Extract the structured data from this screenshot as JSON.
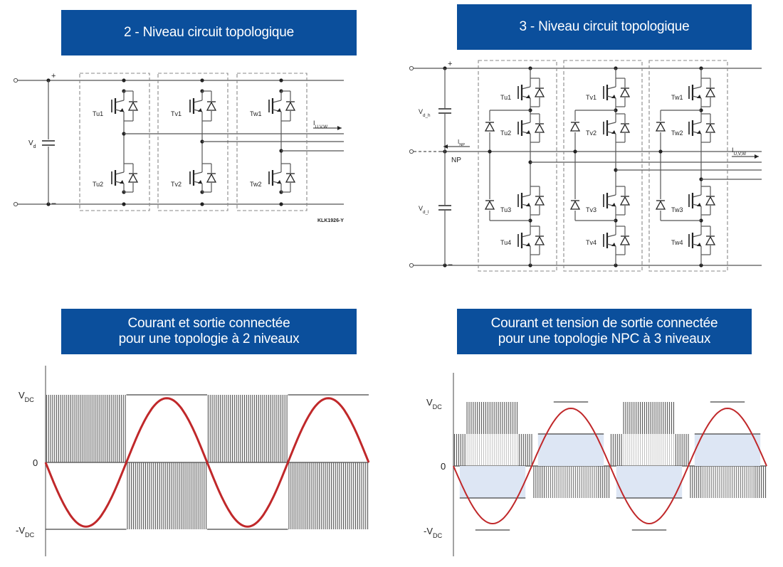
{
  "titles": {
    "two_level_circuit": "2 - Niveau circuit topologique",
    "three_level_circuit": "3 - Niveau circuit topologique",
    "two_level_waveform_line1": "Courant et sortie connectée",
    "two_level_waveform_line2": "pour une topologie à 2 niveaux",
    "three_level_waveform_line1": "Courant et tension de sortie connectée",
    "three_level_waveform_line2": "pour une topologie NPC à 3 niveaux"
  },
  "two_level": {
    "dc_voltage": "V",
    "dc_voltage_sub": "d",
    "plus": "+",
    "minus": "−",
    "output_current": "I",
    "output_current_sub": "U,V,W",
    "figure_code": "KLK1926-Y",
    "phases": [
      {
        "top": "Tu1",
        "bottom": "Tu2"
      },
      {
        "top": "Tv1",
        "bottom": "Tv2"
      },
      {
        "top": "Tw1",
        "bottom": "Tw2"
      }
    ]
  },
  "three_level": {
    "upper_voltage": "V",
    "upper_voltage_sub": "d_h",
    "lower_voltage": "V",
    "lower_voltage_sub": "d_l",
    "neutral_current": "I",
    "neutral_current_sub": "NP",
    "neutral_point": "NP",
    "plus": "+",
    "minus": "−",
    "output_current": "I",
    "output_current_sub": "U,V,W",
    "phases": [
      {
        "s1": "Tu1",
        "s2": "Tu2",
        "s3": "Tu3",
        "s4": "Tu4"
      },
      {
        "s1": "Tv1",
        "s2": "Tv2",
        "s3": "Tv3",
        "s4": "Tv4"
      },
      {
        "s1": "Tw1",
        "s2": "Tw2",
        "s3": "Tw3",
        "s4": "Tw4"
      }
    ]
  },
  "waveform_labels": {
    "vdc": "V",
    "vdc_sub": "DC",
    "neg_vdc": "-V",
    "zero": "0"
  },
  "colors": {
    "banner": "#0b4f9c",
    "sine": "#c0282a",
    "pwm": "#555555",
    "fill": "#dde6f4"
  }
}
